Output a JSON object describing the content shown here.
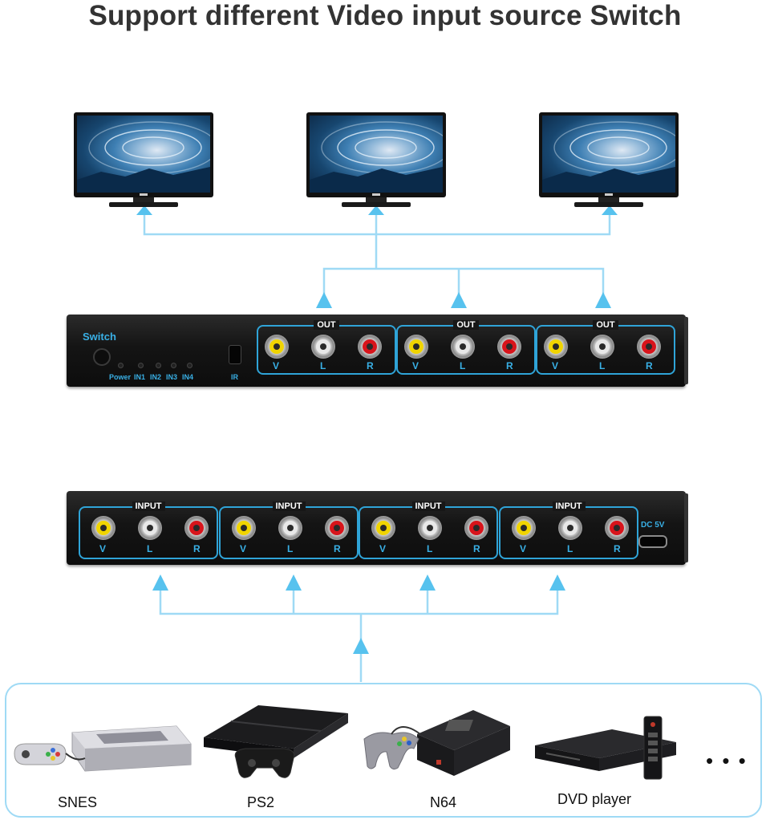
{
  "title": "Support different Video input source Switch",
  "colors": {
    "line": "#9fdaf5",
    "arrow": "#57c2ee",
    "group_border": "#2fa4d8",
    "label_blue": "#39b0e6",
    "video": "#f0d400",
    "left_audio": "#e8e8e8",
    "right_audio": "#d8141b"
  },
  "switch_box": {
    "brand_label": "Switch",
    "leds": [
      "Power",
      "IN1",
      "IN2",
      "IN3",
      "IN4"
    ],
    "ir_label": "IR",
    "output_groups": [
      {
        "label": "OUT",
        "ports": [
          "V",
          "L",
          "R"
        ]
      },
      {
        "label": "OUT",
        "ports": [
          "V",
          "L",
          "R"
        ]
      },
      {
        "label": "OUT",
        "ports": [
          "V",
          "L",
          "R"
        ]
      }
    ]
  },
  "input_box": {
    "input_groups": [
      {
        "label": "INPUT",
        "ports": [
          "V",
          "L",
          "R"
        ]
      },
      {
        "label": "INPUT",
        "ports": [
          "V",
          "L",
          "R"
        ]
      },
      {
        "label": "INPUT",
        "ports": [
          "V",
          "L",
          "R"
        ]
      },
      {
        "label": "INPUT",
        "ports": [
          "V",
          "L",
          "R"
        ]
      }
    ],
    "power_label": "DC 5V"
  },
  "sources": [
    {
      "label": "SNES",
      "icon": "snes-console-icon"
    },
    {
      "label": "PS2",
      "icon": "ps2-console-icon"
    },
    {
      "label": "N64",
      "icon": "n64-console-icon"
    },
    {
      "label": "DVD player",
      "icon": "dvd-player-icon"
    }
  ],
  "more_indicator": "• • •"
}
